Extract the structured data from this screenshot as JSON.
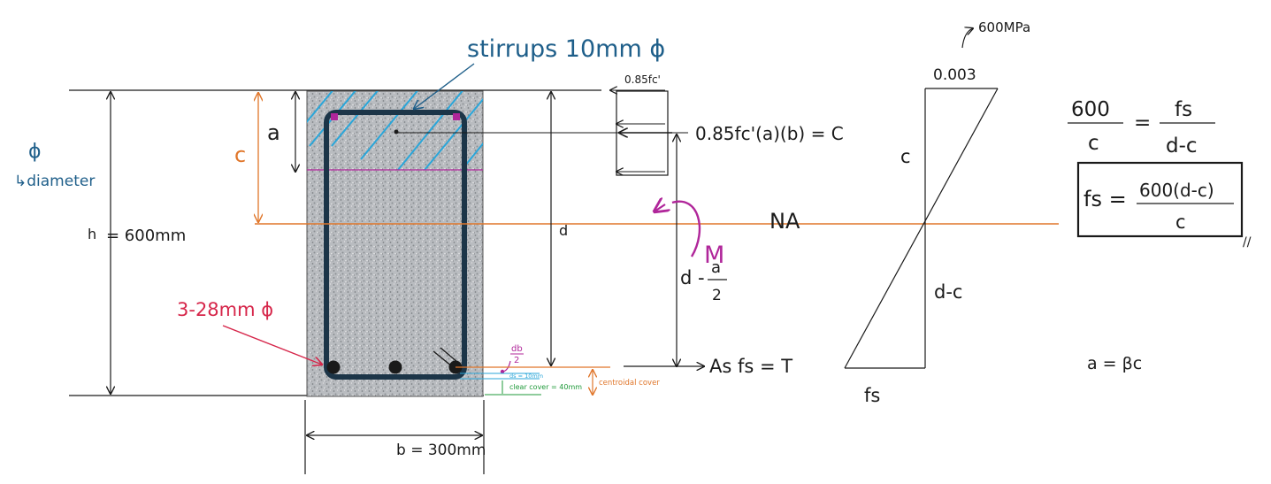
{
  "labels": {
    "stirrups": "stirrups 10mm ϕ",
    "phi_symbol": "ϕ",
    "phi_diameter": "↳diameter",
    "h_label": "h",
    "h_value": "= 600mm",
    "a_label": "a",
    "c_label": "c",
    "d_label": "d",
    "bars": "3-28mm ϕ",
    "db_top": "db",
    "db_bottom": "2",
    "ds": "ds = 10mm",
    "clear_cover": "clear cover = 40mm",
    "centroidal_cover": "centroidal cover",
    "b_label": "b = 300mm",
    "stress_top": "0.85fc'",
    "compression_eq": "0.85fc'(a)(b) = C",
    "na": "NA",
    "moment": "M",
    "lever_d": "d -",
    "lever_a": "a",
    "lever_2": "2",
    "tension_eq": "As fs = T",
    "strain_top": "0.003",
    "steel_ultimate": "600MPa",
    "strain_c": "c",
    "strain_dc": "d-c",
    "strain_fs": "fs",
    "ratio_600": "600",
    "ratio_c": "c",
    "ratio_eq": "=",
    "ratio_fs": "fs",
    "ratio_dc": "d-c",
    "fs_lhs": "fs =",
    "fs_num": "600(d-c)",
    "fs_den": "c",
    "fs_end": "//",
    "a_beta": "a = βc"
  },
  "colors": {
    "ink": "#1a1a1a",
    "blue": "#1f5f8a",
    "orange": "#e0762a",
    "red": "#d6264a",
    "magenta": "#b0269a",
    "green": "#1f9a3a",
    "cyan": "#2aa6d9",
    "stirrup": "#1c3548",
    "concrete": "#b9bcc0"
  }
}
